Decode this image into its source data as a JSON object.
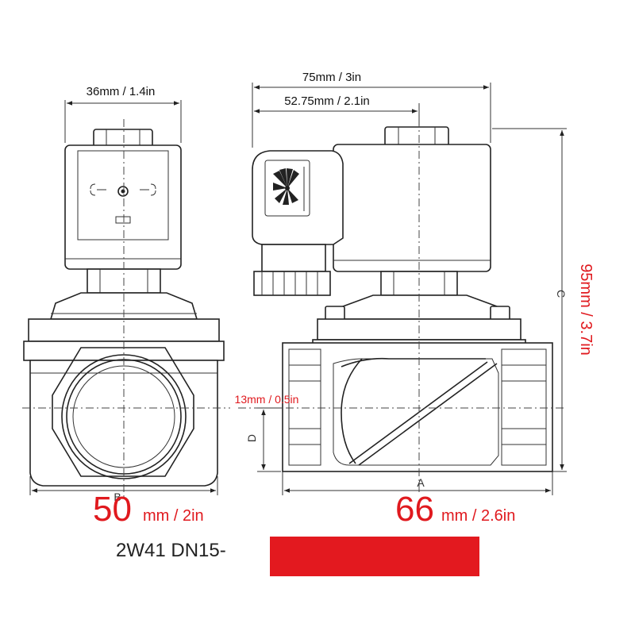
{
  "dimensions": {
    "coil_width": "36mm / 1.4in",
    "overall_length": "75mm / 3in",
    "coil_offset": "52.75mm / 2.1in",
    "height": "95mm / 3.7in",
    "bore_offset": "13mm / 0.5in",
    "front_width_value": "50",
    "front_width_unit": "mm / 2in",
    "body_length_value": "66",
    "body_length_unit": "mm / 2.6in"
  },
  "letters": {
    "a": "A",
    "b": "B",
    "c": "C",
    "d": "D"
  },
  "model": "2W41 DN15-",
  "colors": {
    "redact": "#e3191f",
    "red_text": "#e0191e"
  }
}
